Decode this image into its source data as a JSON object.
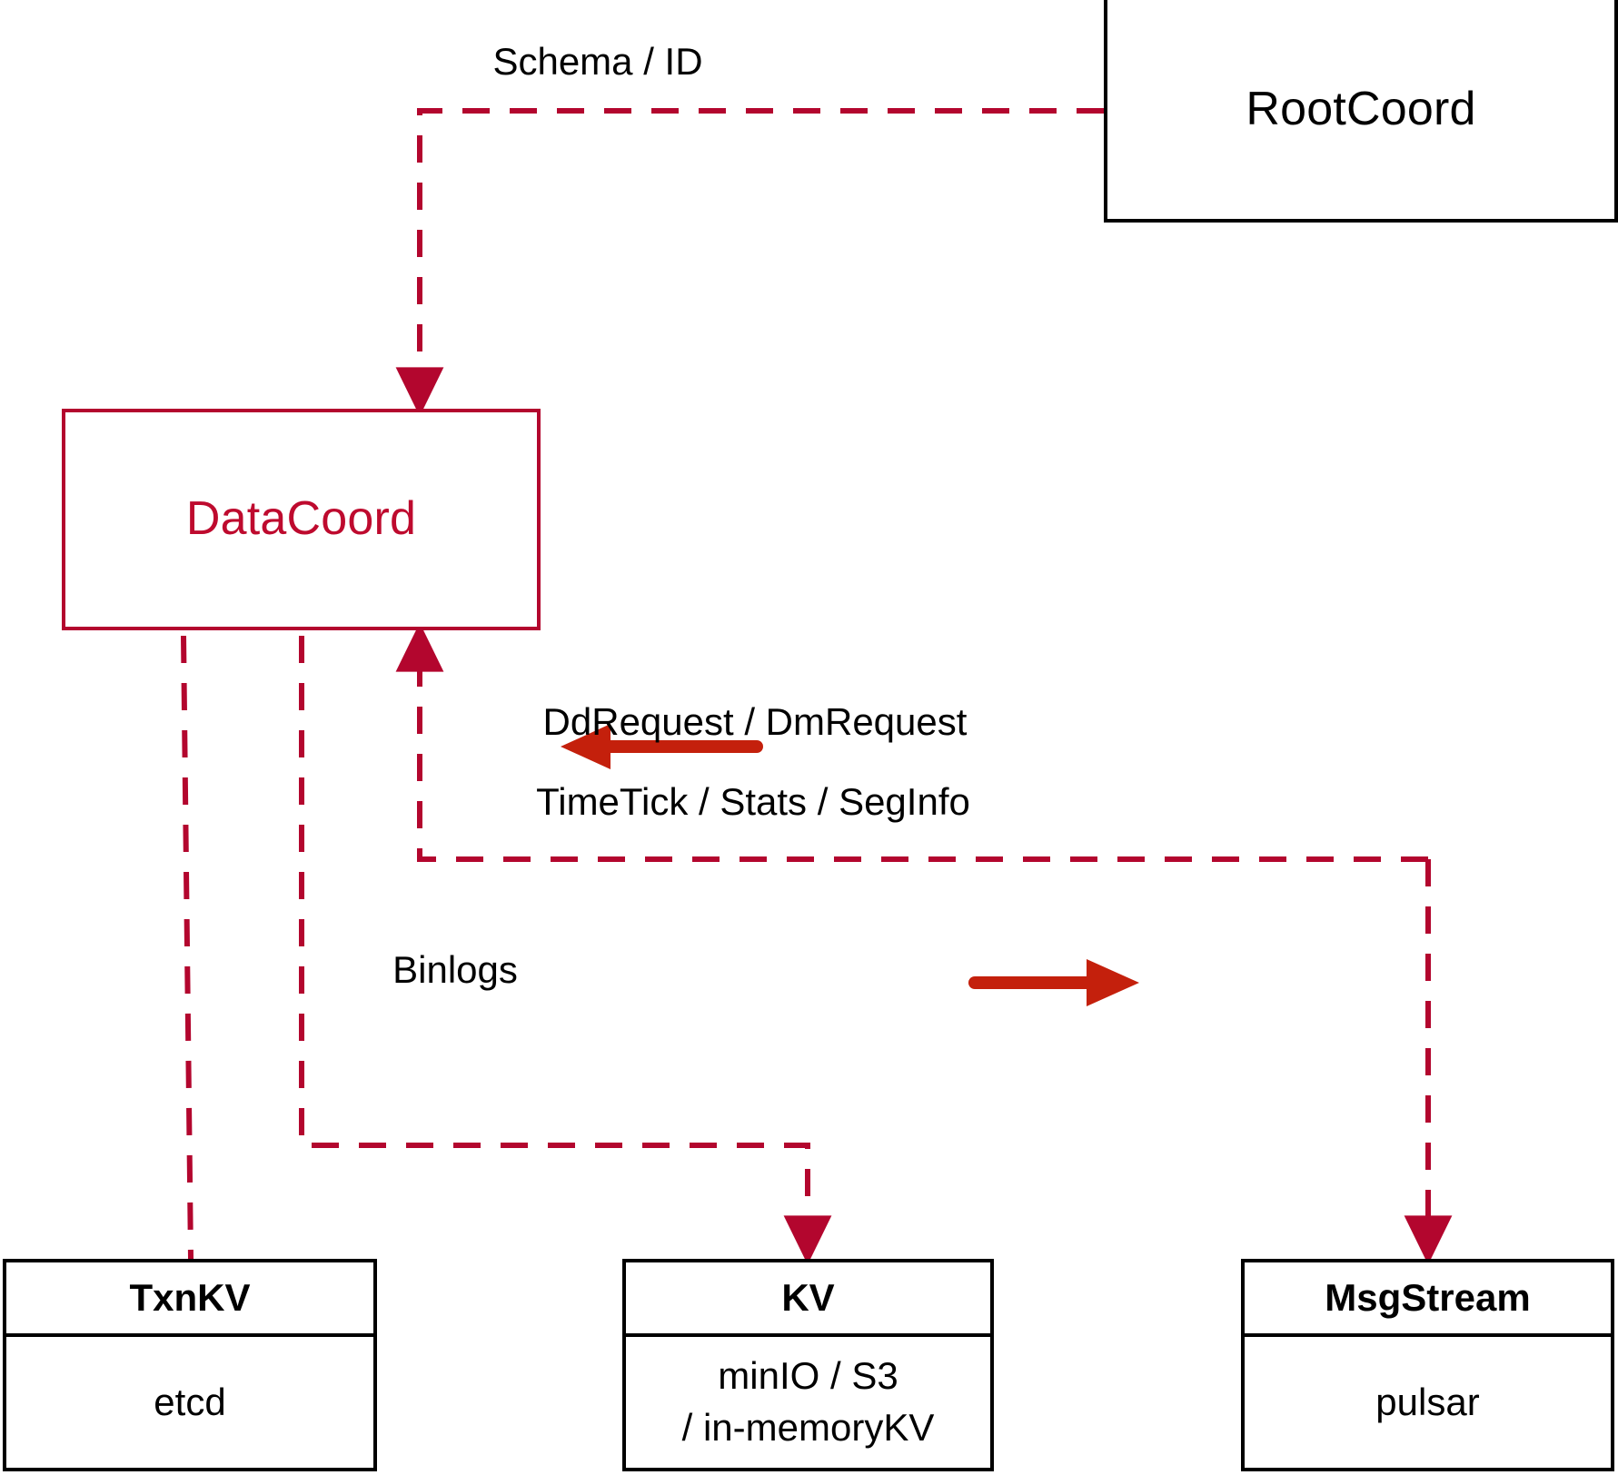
{
  "diagram": {
    "title": "DataCoord architecture",
    "colors": {
      "accent_dark_red": "#B3062E",
      "accent_bright_red": "#C4200C",
      "node_border": "#000000",
      "background": "#ffffff"
    },
    "nodes": [
      {
        "id": "rootcoord",
        "label": "RootCoord",
        "style": "plain"
      },
      {
        "id": "datacoord",
        "label": "DataCoord",
        "style": "accent"
      },
      {
        "id": "txnkv",
        "title": "TxnKV",
        "body": [
          "etcd"
        ],
        "style": "split"
      },
      {
        "id": "kv",
        "title": "KV",
        "body": [
          "minIO / S3",
          "/ in-memoryKV"
        ],
        "style": "split"
      },
      {
        "id": "msgstream",
        "title": "MsgStream",
        "body": [
          "pulsar"
        ],
        "style": "split"
      }
    ],
    "edge_labels": [
      {
        "id": "schema-id",
        "text": "Schema / ID"
      },
      {
        "id": "dd-dm-request",
        "text": "DdRequest / DmRequest"
      },
      {
        "id": "timetick-stats-seginfo",
        "text": "TimeTick / Stats / SegInfo"
      },
      {
        "id": "binlogs",
        "text": "Binlogs"
      }
    ],
    "arrow_directions": {
      "dd_dm_request": "left",
      "timetick_stats_seginfo": "right"
    }
  }
}
